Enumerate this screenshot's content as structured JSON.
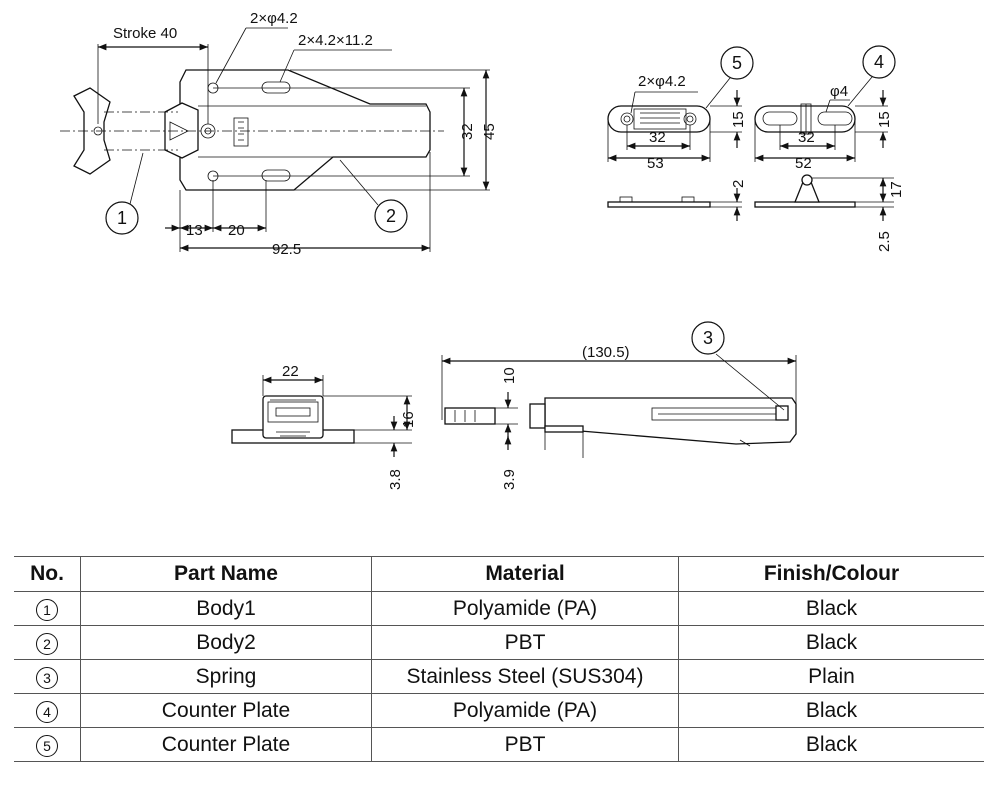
{
  "dimensions": {
    "stroke": "Stroke 40",
    "holes": "2×φ4.2",
    "slots": "2×4.2×11.2",
    "d32": "32",
    "d45": "45",
    "d13": "13",
    "d20": "20",
    "d92_5": "92.5",
    "plate5_holes": "2×φ4.2",
    "plate5_15": "15",
    "plate5_32": "32",
    "plate5_53": "53",
    "plate5_2": "2",
    "plate4_phi": "φ4",
    "plate4_15": "15",
    "plate4_32": "32",
    "plate4_52": "52",
    "plate4_17": "17",
    "plate4_2_5": "2.5",
    "end_22": "22",
    "end_16": "16",
    "end_3_8": "3.8",
    "side_130_5": "(130.5)",
    "side_10": "10",
    "side_3_9": "3.9"
  },
  "callouts": [
    "1",
    "2",
    "3",
    "4",
    "5"
  ],
  "table": {
    "headers": [
      "No.",
      "Part Name",
      "Material",
      "Finish/Colour"
    ],
    "rows": [
      {
        "no": "①",
        "part": "Body1",
        "material": "Polyamide (PA)",
        "finish": "Black"
      },
      {
        "no": "②",
        "part": "Body2",
        "material": "PBT",
        "finish": "Black"
      },
      {
        "no": "③",
        "part": "Spring",
        "material": "Stainless Steel (SUS304)",
        "finish": "Plain"
      },
      {
        "no": "④",
        "part": "Counter Plate",
        "material": "Polyamide (PA)",
        "finish": "Black"
      },
      {
        "no": "⑤",
        "part": "Counter Plate",
        "material": "PBT",
        "finish": "Black"
      }
    ]
  }
}
